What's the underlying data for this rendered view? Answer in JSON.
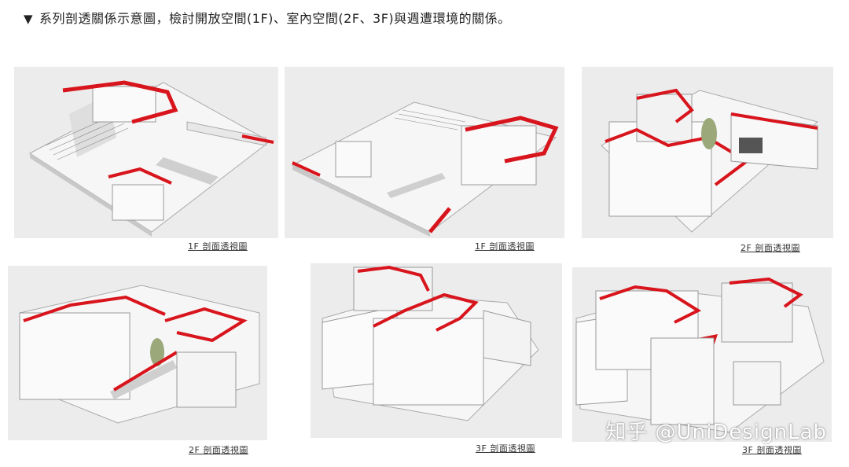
{
  "header": {
    "marker": "▼",
    "text": "系列剖透關係示意圖，檢討開放空間(1F)、室內空間(2F、3F)與週遭環境的關係。"
  },
  "panels": [
    {
      "caption": "1F 剖面透視圖"
    },
    {
      "caption": "1F 剖面透視圖"
    },
    {
      "caption": "2F 剖面透視圖"
    },
    {
      "caption": "2F 剖面透視圖"
    },
    {
      "caption": "3F 剖面透視圖"
    },
    {
      "caption": "3F 剖面透視圖"
    }
  ],
  "watermark": "知乎 @UniDesignLab",
  "colors": {
    "cut_red": "#d8141c",
    "wall": "#f4f4f4",
    "shadow": "#bdbdbd",
    "panel_bg": "#ececec"
  }
}
